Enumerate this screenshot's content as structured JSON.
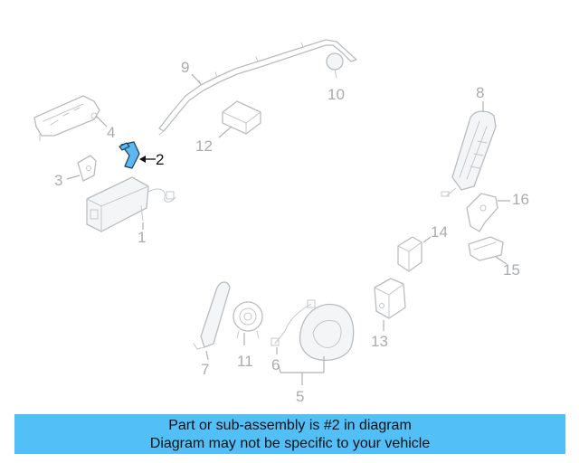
{
  "callouts": {
    "c1": "1",
    "c2": "2",
    "c3": "3",
    "c4": "4",
    "c5": "5",
    "c6": "6",
    "c7": "7",
    "c8": "8",
    "c9": "9",
    "c10": "10",
    "c11": "11",
    "c12": "12",
    "c13": "13",
    "c14": "14",
    "c15": "15",
    "c16": "16"
  },
  "highlighted_part": "2",
  "colors": {
    "highlight_fill": "#5bb8f0",
    "banner_background": "#52bff7",
    "line_gray": "#b9bcbf"
  },
  "banner": {
    "line1": "Part or sub-assembly is #2 in diagram",
    "line2": "Diagram may not be specific to your vehicle"
  }
}
